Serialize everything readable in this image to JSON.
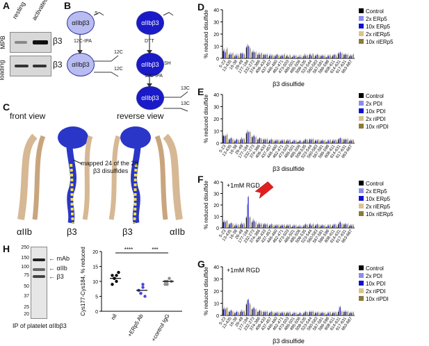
{
  "panels": {
    "A": {
      "label": "A",
      "col_resting": "resting",
      "col_activated": "activated",
      "row_mpb": "MPB",
      "row_loading": "loading",
      "band_top": "β3",
      "band_bottom": "β3"
    },
    "B": {
      "label": "B",
      "ab1": "αIIbβ3",
      "ab2": "αIIbβ3",
      "ab3": "αIIbβ3",
      "ab4": "αIIbβ3",
      "ipa1": "12C-IPA",
      "dtt": "DTT",
      "ipa2": "13C-IPA",
      "s": "S",
      "sh": "SH",
      "c12": "12C",
      "c13": "13C"
    },
    "C": {
      "label": "C",
      "front": "front view",
      "reverse": "reverse view",
      "mapped_line1": "mapped 24 of the 28",
      "mapped_line2": "β3 disulfides",
      "subunit1": "αIIb",
      "subunit2": "β3",
      "subunit3": "β3",
      "subunit4": "αIIb"
    },
    "H": {
      "label": "H",
      "mw": [
        "250",
        "150",
        "100",
        "75",
        "50",
        "37",
        "25",
        "20"
      ],
      "mab": "mAb",
      "aiib": "αIIb",
      "b3": "β3",
      "ip_caption": "IP of platelet αIIbβ3",
      "ylabel": "Cys177-Cys184, % reduced",
      "yticks": [
        "20",
        "15",
        "10",
        "5",
        "0"
      ],
      "groups": [
        "nil",
        "+ERp5 Ab",
        "+control IgG"
      ],
      "sig1": "****",
      "sig2": "***"
    }
  },
  "chart_data": [
    {
      "panel": "D",
      "type": "bar",
      "ylabel": "% reduced disulfide",
      "xlabel": "β3 disulfide",
      "annotation": "",
      "categories": [
        "5-23",
        "13-435",
        "16-38",
        "26-49",
        "177-184",
        "232-273",
        "374-386",
        "406-433",
        "437-457",
        "446-460",
        "462-471",
        "473-503",
        "486-501",
        "495-506",
        "508-535",
        "523-544",
        "560-583",
        "567-581",
        "586-598",
        "608-611",
        "614-631",
        "617-631",
        "663-687"
      ],
      "ylim": [
        0,
        40
      ],
      "yticks": [
        "0",
        "10",
        "20",
        "30",
        "40"
      ],
      "series": [
        {
          "name": "Control",
          "color": "#000000",
          "values": [
            6,
            3,
            2,
            4,
            9,
            5,
            3,
            3,
            2,
            2,
            2,
            2,
            1,
            1,
            2,
            3,
            2,
            2,
            1,
            2,
            4,
            3,
            2
          ]
        },
        {
          "name": "2x ERp5",
          "color": "#8c8cf0",
          "values": [
            7,
            4,
            3,
            3,
            11,
            6,
            4,
            2,
            3,
            2,
            2,
            2,
            2,
            2,
            3,
            3,
            2,
            2,
            2,
            2,
            3,
            3,
            2
          ]
        },
        {
          "name": "10x ERp5",
          "color": "#1010d0",
          "values": [
            5,
            3,
            2,
            4,
            10,
            5,
            3,
            3,
            2,
            3,
            2,
            1,
            2,
            1,
            2,
            2,
            3,
            2,
            2,
            3,
            5,
            3,
            2
          ]
        },
        {
          "name": "2x riERp5",
          "color": "#d8c48c",
          "values": [
            6,
            3,
            3,
            3,
            9,
            4,
            3,
            2,
            2,
            2,
            2,
            2,
            1,
            2,
            2,
            3,
            2,
            1,
            2,
            2,
            3,
            2,
            2
          ]
        },
        {
          "name": "10x riERp5",
          "color": "#8c7a3a",
          "values": [
            8,
            4,
            2,
            3,
            8,
            5,
            4,
            3,
            2,
            2,
            3,
            2,
            2,
            1,
            2,
            3,
            2,
            2,
            2,
            2,
            4,
            3,
            3
          ]
        }
      ]
    },
    {
      "panel": "E",
      "type": "bar",
      "ylabel": "% reduced disulfide",
      "xlabel": "β3 disulfide",
      "annotation": "",
      "categories": [
        "5-23",
        "13-435",
        "16-38",
        "26-49",
        "177-184",
        "232-273",
        "374-386",
        "406-433",
        "437-457",
        "446-460",
        "462-471",
        "473-503",
        "486-501",
        "495-506",
        "508-535",
        "523-544",
        "560-583",
        "567-581",
        "586-598",
        "608-611",
        "614-631",
        "617-631",
        "663-687"
      ],
      "ylim": [
        0,
        40
      ],
      "yticks": [
        "0",
        "10",
        "20",
        "30",
        "40"
      ],
      "series": [
        {
          "name": "Control",
          "color": "#000000",
          "values": [
            6,
            3,
            2,
            3,
            8,
            5,
            3,
            3,
            2,
            2,
            2,
            2,
            1,
            1,
            2,
            3,
            2,
            2,
            1,
            2,
            3,
            3,
            2
          ]
        },
        {
          "name": "2x PDI",
          "color": "#8c8cf0",
          "values": [
            5,
            3,
            2,
            4,
            10,
            5,
            3,
            2,
            2,
            2,
            2,
            2,
            2,
            1,
            2,
            2,
            2,
            2,
            2,
            2,
            3,
            2,
            2
          ]
        },
        {
          "name": "10x PDI",
          "color": "#1010d0",
          "values": [
            6,
            4,
            3,
            3,
            9,
            6,
            4,
            3,
            3,
            2,
            2,
            2,
            2,
            2,
            3,
            3,
            2,
            2,
            2,
            2,
            4,
            3,
            2
          ]
        },
        {
          "name": "2x riPDI",
          "color": "#d8c48c",
          "values": [
            5,
            3,
            2,
            3,
            8,
            4,
            3,
            2,
            2,
            2,
            2,
            2,
            1,
            1,
            2,
            2,
            2,
            1,
            2,
            2,
            3,
            2,
            2
          ]
        },
        {
          "name": "10x riPDI",
          "color": "#8c7a3a",
          "values": [
            7,
            3,
            2,
            3,
            9,
            5,
            3,
            3,
            2,
            2,
            2,
            2,
            2,
            1,
            2,
            3,
            2,
            2,
            2,
            2,
            3,
            3,
            2
          ]
        }
      ]
    },
    {
      "panel": "F",
      "type": "bar",
      "ylabel": "% reduced disulfide",
      "xlabel": "",
      "annotation": "+1mM RGD",
      "categories": [
        "5-23",
        "13-435",
        "16-38",
        "26-49",
        "177-184",
        "232-273",
        "374-386",
        "406-433",
        "437-457",
        "446-460",
        "462-471",
        "473-503",
        "486-501",
        "495-506",
        "508-535",
        "523-544",
        "560-583",
        "567-581",
        "586-598",
        "608-611",
        "614-631",
        "617-631",
        "663-687"
      ],
      "ylim": [
        0,
        40
      ],
      "yticks": [
        "0",
        "10",
        "20",
        "30",
        "40"
      ],
      "series": [
        {
          "name": "Control",
          "color": "#000000",
          "values": [
            5,
            3,
            2,
            3,
            9,
            5,
            3,
            3,
            2,
            2,
            2,
            2,
            1,
            1,
            2,
            3,
            2,
            2,
            1,
            2,
            3,
            3,
            2
          ]
        },
        {
          "name": "2x ERp5",
          "color": "#8c8cf0",
          "values": [
            6,
            3,
            3,
            4,
            20,
            7,
            4,
            3,
            2,
            2,
            2,
            2,
            2,
            2,
            2,
            3,
            2,
            2,
            2,
            2,
            4,
            3,
            2
          ]
        },
        {
          "name": "10x ERp5",
          "color": "#1010d0",
          "values": [
            5,
            4,
            2,
            3,
            27,
            6,
            3,
            3,
            3,
            2,
            2,
            2,
            2,
            1,
            3,
            2,
            3,
            2,
            2,
            3,
            5,
            3,
            2
          ]
        },
        {
          "name": "2x riERp5",
          "color": "#d8c48c",
          "values": [
            5,
            3,
            2,
            3,
            8,
            4,
            3,
            2,
            2,
            2,
            2,
            2,
            1,
            1,
            2,
            2,
            2,
            1,
            2,
            2,
            3,
            2,
            2
          ]
        },
        {
          "name": "10x riERp5",
          "color": "#8c7a3a",
          "values": [
            6,
            3,
            2,
            3,
            9,
            5,
            3,
            3,
            2,
            2,
            2,
            2,
            2,
            1,
            2,
            3,
            2,
            2,
            2,
            2,
            3,
            3,
            2
          ]
        }
      ]
    },
    {
      "panel": "G",
      "type": "bar",
      "ylabel": "% reduced disulfide",
      "xlabel": "β3 disulfide",
      "annotation": "+1mM RGD",
      "categories": [
        "5-23",
        "13-435",
        "16-38",
        "26-49",
        "177-184",
        "232-273",
        "374-386",
        "406-433",
        "437-457",
        "446-460",
        "462-471",
        "473-503",
        "486-501",
        "495-506",
        "508-535",
        "523-544",
        "560-583",
        "567-581",
        "586-598",
        "608-611",
        "614-631",
        "617-631",
        "663-687"
      ],
      "ylim": [
        0,
        40
      ],
      "yticks": [
        "0",
        "10",
        "20",
        "30",
        "40"
      ],
      "series": [
        {
          "name": "Control",
          "color": "#000000",
          "values": [
            5,
            3,
            2,
            3,
            9,
            5,
            3,
            3,
            2,
            2,
            2,
            2,
            1,
            1,
            2,
            3,
            2,
            2,
            1,
            2,
            3,
            3,
            2
          ]
        },
        {
          "name": "2x PDI",
          "color": "#8c8cf0",
          "values": [
            6,
            3,
            2,
            4,
            12,
            6,
            3,
            2,
            2,
            2,
            2,
            2,
            2,
            1,
            2,
            2,
            2,
            2,
            2,
            2,
            6,
            3,
            2
          ]
        },
        {
          "name": "10x PDI",
          "color": "#1010d0",
          "values": [
            5,
            4,
            3,
            3,
            13,
            6,
            4,
            3,
            3,
            2,
            2,
            2,
            2,
            2,
            3,
            3,
            2,
            2,
            2,
            2,
            7,
            3,
            2
          ]
        },
        {
          "name": "2x riPDI",
          "color": "#d8c48c",
          "values": [
            5,
            3,
            2,
            3,
            9,
            4,
            3,
            2,
            2,
            2,
            2,
            2,
            1,
            1,
            2,
            2,
            2,
            1,
            2,
            2,
            3,
            2,
            2
          ]
        },
        {
          "name": "10x riPDI",
          "color": "#8c7a3a",
          "values": [
            6,
            3,
            2,
            3,
            9,
            5,
            3,
            3,
            2,
            2,
            2,
            2,
            2,
            1,
            2,
            3,
            2,
            2,
            2,
            2,
            3,
            3,
            2
          ]
        }
      ]
    },
    {
      "panel": "H-plot",
      "type": "scatter",
      "ylabel": "Cys177-Cys184, % reduced",
      "categories": [
        "nil",
        "+ERp5 Ab",
        "+control IgG"
      ],
      "ylim": [
        0,
        20
      ],
      "series": [
        {
          "name": "nil",
          "color": "#000000",
          "values": [
            12,
            11,
            10,
            13,
            9,
            11,
            12
          ],
          "mean": 11
        },
        {
          "name": "+ERp5 Ab",
          "color": "#4a4ad8",
          "values": [
            7,
            6,
            8,
            5,
            7,
            6,
            9
          ],
          "mean": 7
        },
        {
          "name": "+control IgG",
          "color": "#8c8c8c",
          "values": [
            10,
            9,
            11,
            10,
            9,
            10
          ],
          "mean": 10
        }
      ]
    }
  ]
}
